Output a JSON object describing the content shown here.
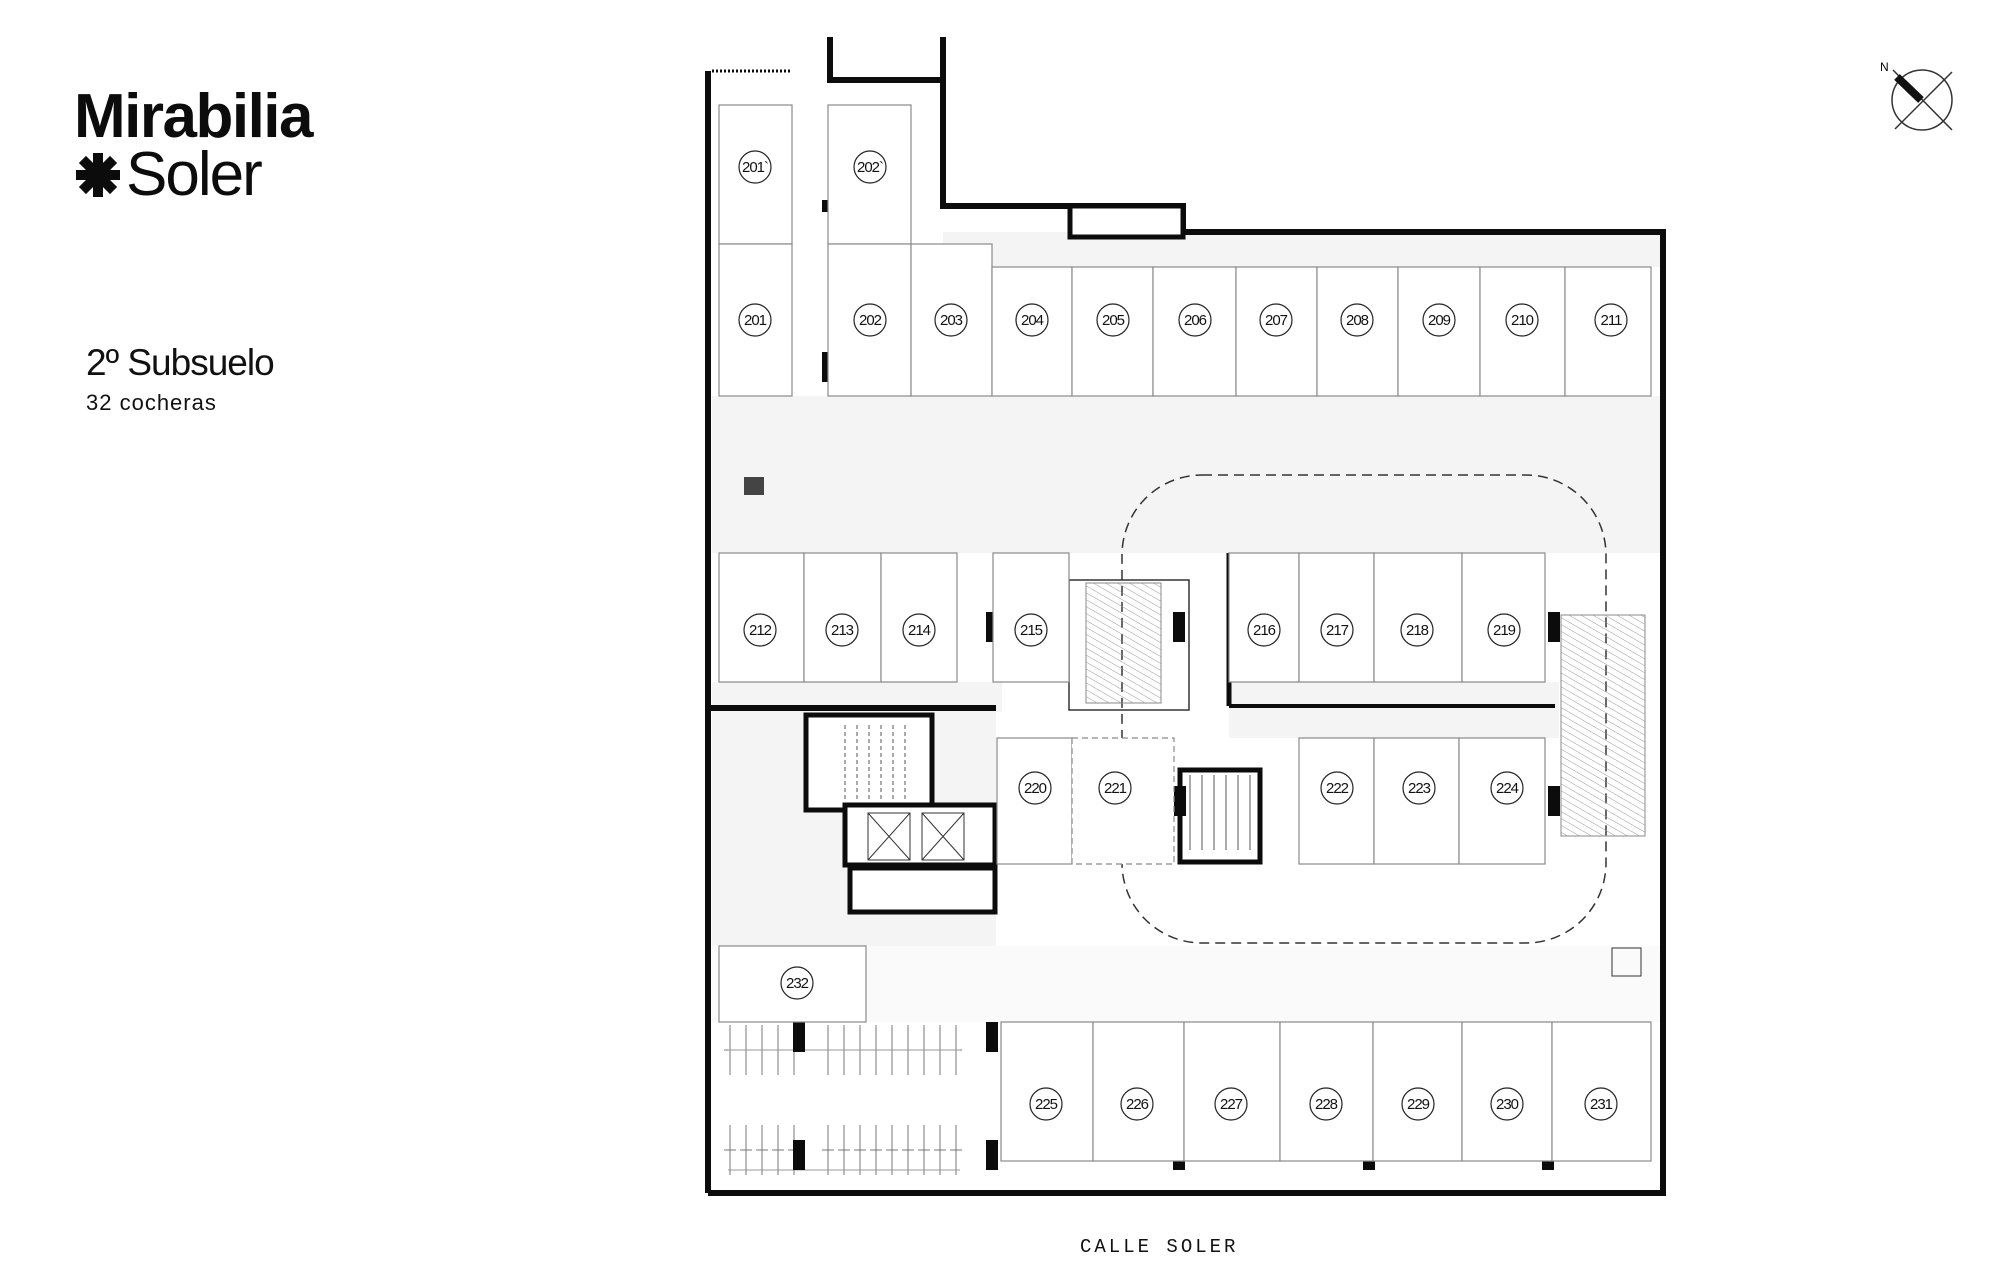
{
  "brand": {
    "line1": "Mirabilia",
    "line2": "Soler"
  },
  "level": {
    "title": "2º Subsuelo",
    "count": "32 cocheras"
  },
  "compass": {
    "north_label": "N"
  },
  "street": "CALLE SOLER",
  "spots": [
    "201`",
    "202`",
    "201",
    "202",
    "203",
    "204",
    "205",
    "206",
    "207",
    "208",
    "209",
    "210",
    "211",
    "212",
    "213",
    "214",
    "215",
    "216",
    "217",
    "218",
    "219",
    "220",
    "221",
    "222",
    "223",
    "224",
    "225",
    "226",
    "227",
    "228",
    "229",
    "230",
    "231",
    "232"
  ],
  "colors": {
    "wall": "#0c0c0c",
    "line": "#8a8a8a",
    "circulation": "#f4f4f4"
  }
}
